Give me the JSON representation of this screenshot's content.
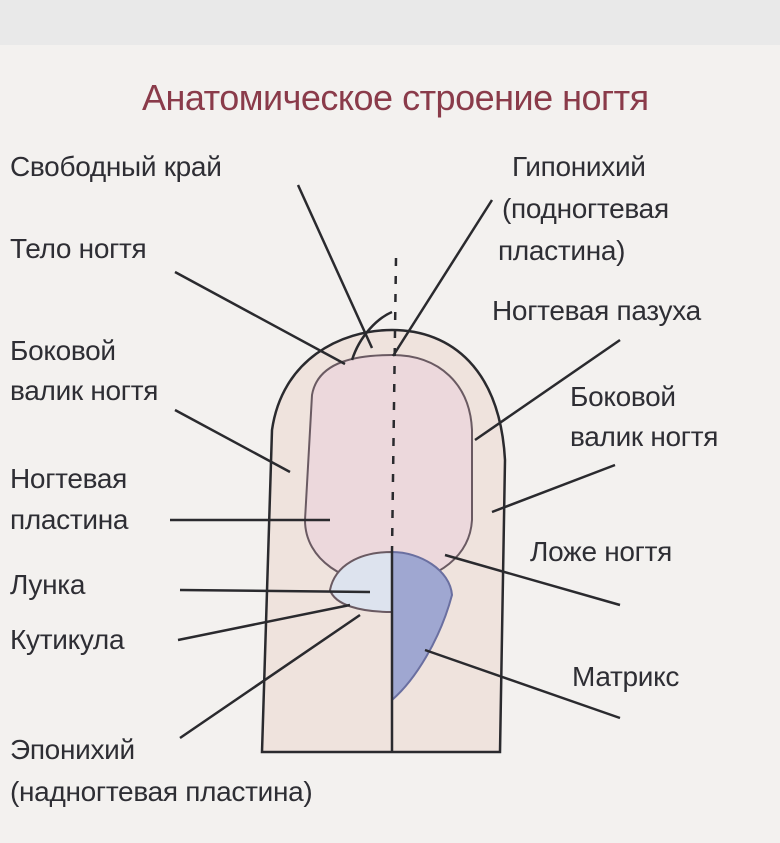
{
  "title": "Анатомическое строение ногтя",
  "labels": {
    "free_edge": "Свободный край",
    "nail_body": "Тело ногтя",
    "lateral_fold_left_1": "Боковой",
    "lateral_fold_left_2": "валик ногтя",
    "nail_plate_1": "Ногтевая",
    "nail_plate_2": "пластина",
    "lunula": "Лунка",
    "cuticle": "Кутикула",
    "eponychium_1": "Эпонихий",
    "eponychium_2": "(надногтевая пластина)",
    "hyponychium_1": "Гипонихий",
    "hyponychium_2": "(подногтевая",
    "hyponychium_3": "пластина)",
    "nail_sinus": "Ногтевая пазуха",
    "lateral_fold_right_1": "Боковой",
    "lateral_fold_right_2": "валик ногтя",
    "nail_bed": "Ложе ногтя",
    "matrix": "Матрикс"
  },
  "colors": {
    "title": "#8a3b4a",
    "finger": "#efe3dd",
    "nail_plate": "#ecd8dc",
    "lunula": "#dde3ee",
    "matrix": "#9fa7d1",
    "lines": "#2a2a2e"
  }
}
